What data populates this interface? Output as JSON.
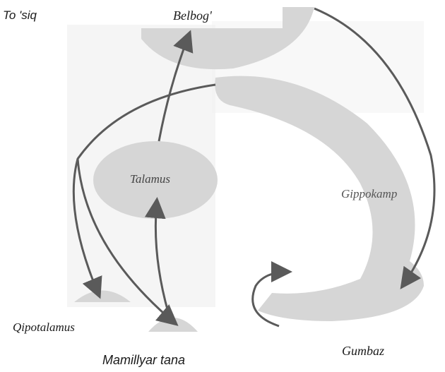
{
  "labels": {
    "to_siq": "To 'siq",
    "belbog": "Belbog'",
    "talamus": "Talamus",
    "gippokamp": "Gippokamp",
    "qipotalamus": "Qipotalamus",
    "mamillyar_tana": "Mamillyar tana",
    "gumbaz": "Gumbaz"
  },
  "colors": {
    "structure_fill": "#d6d6d6",
    "background_texture": "#ececec",
    "arrow": "#5a5a5a",
    "text": "#1a1a1a"
  }
}
